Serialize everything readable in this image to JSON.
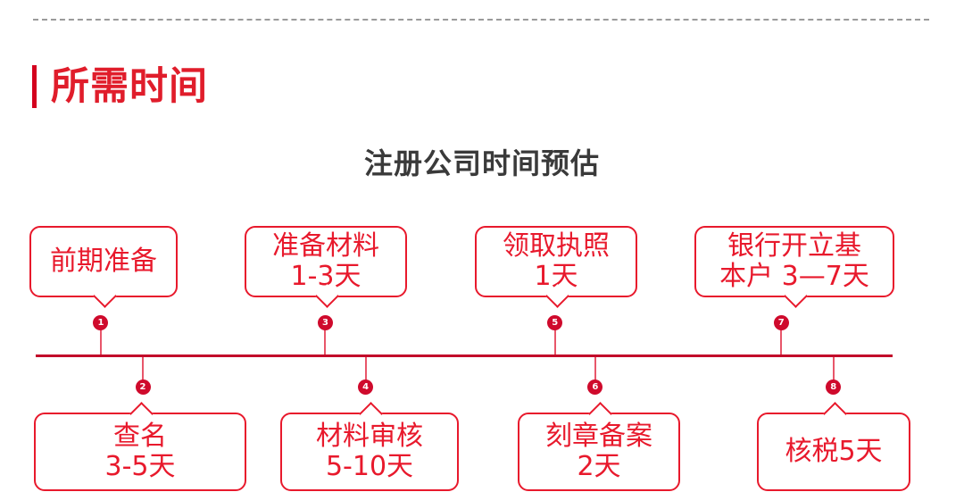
{
  "section": {
    "heading": "所需时间"
  },
  "chart_data": {
    "type": "timeline",
    "title": "注册公司时间预估",
    "orientation": "horizontal",
    "axis_color": "#c2092a",
    "accent_color": "#e8192c",
    "steps": [
      {
        "number": "1",
        "position": "above",
        "label": "前期准备",
        "duration": "",
        "x_pct": 7.6
      },
      {
        "number": "2",
        "position": "below",
        "label": "查名",
        "duration": "3-5天",
        "x_pct": 12.5
      },
      {
        "number": "3",
        "position": "above",
        "label": "准备材料",
        "duration": "1-3天",
        "x_pct": 33.8
      },
      {
        "number": "4",
        "position": "below",
        "label": "材料审核",
        "duration": "5-10天",
        "x_pct": 38.5
      },
      {
        "number": "5",
        "position": "above",
        "label": "领取执照",
        "duration": "1天",
        "x_pct": 60.6
      },
      {
        "number": "6",
        "position": "below",
        "label": "刻章备案",
        "duration": "2天",
        "x_pct": 65.3
      },
      {
        "number": "7",
        "position": "above",
        "label": "银行开立基",
        "duration": "本户 3—7天",
        "x_pct": 87.0
      },
      {
        "number": "8",
        "position": "below",
        "label": "核税5天",
        "duration": "",
        "x_pct": 93.1
      }
    ]
  }
}
